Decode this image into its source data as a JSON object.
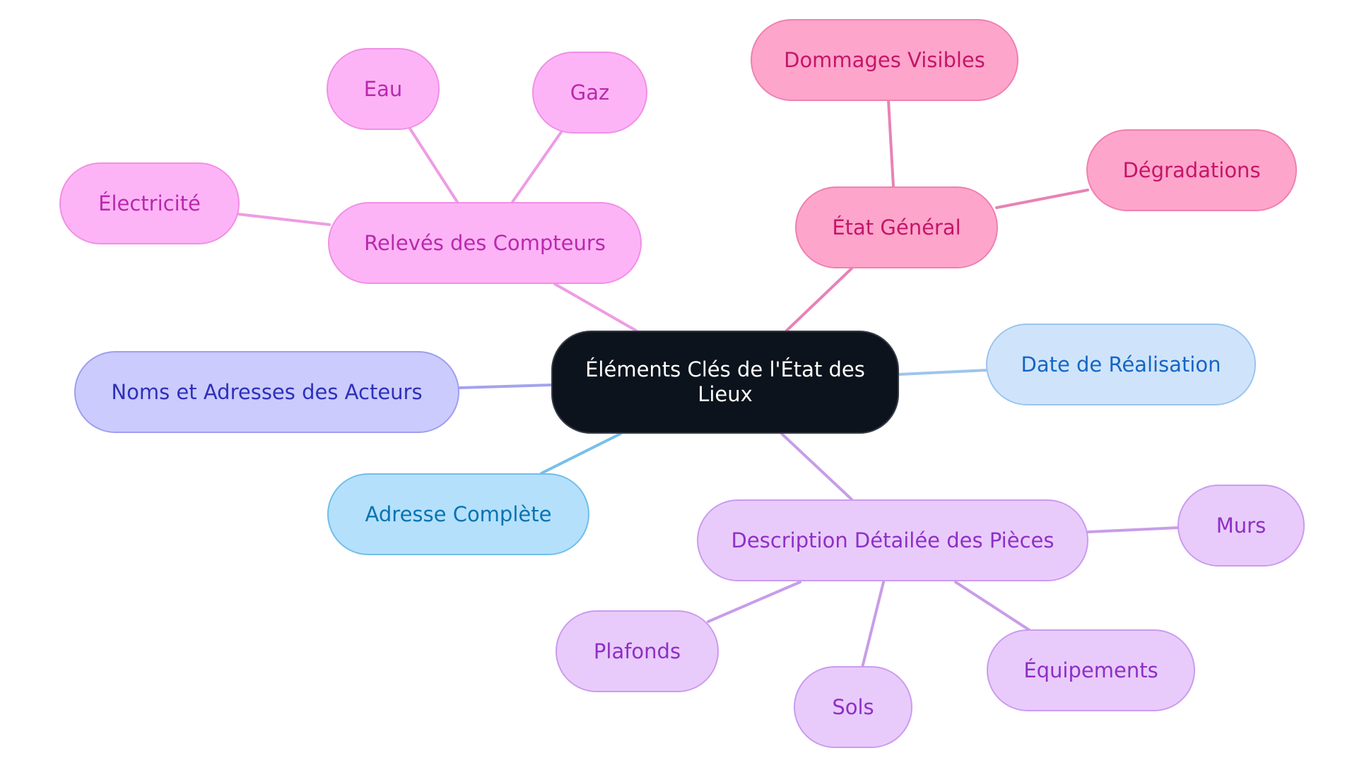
{
  "diagram": {
    "root": {
      "label": "Éléments Clés de l'État des Lieux"
    },
    "branches": {
      "meters": {
        "label": "Relevés des Compteurs",
        "children": [
          "Eau",
          "Gaz",
          "Électricité"
        ]
      },
      "general_state": {
        "label": "État Général",
        "children": [
          "Dommages Visibles",
          "Dégradations"
        ]
      },
      "date": {
        "label": "Date de Réalisation"
      },
      "actors": {
        "label": "Noms et Adresses des Acteurs"
      },
      "address": {
        "label": "Adresse Complète"
      },
      "rooms": {
        "label": "Description Détailée des Pièces",
        "children": [
          "Murs",
          "Plafonds",
          "Sols",
          "Équipements"
        ]
      }
    }
  },
  "colors": {
    "root_fill": "#0c131c",
    "meters_edge": "#ee9ce4",
    "general_state_edge": "#e882b5",
    "date_edge": "#9ec5ec",
    "actors_edge": "#a3a3ee",
    "address_edge": "#76bfea",
    "rooms_edge": "#c89de8"
  }
}
